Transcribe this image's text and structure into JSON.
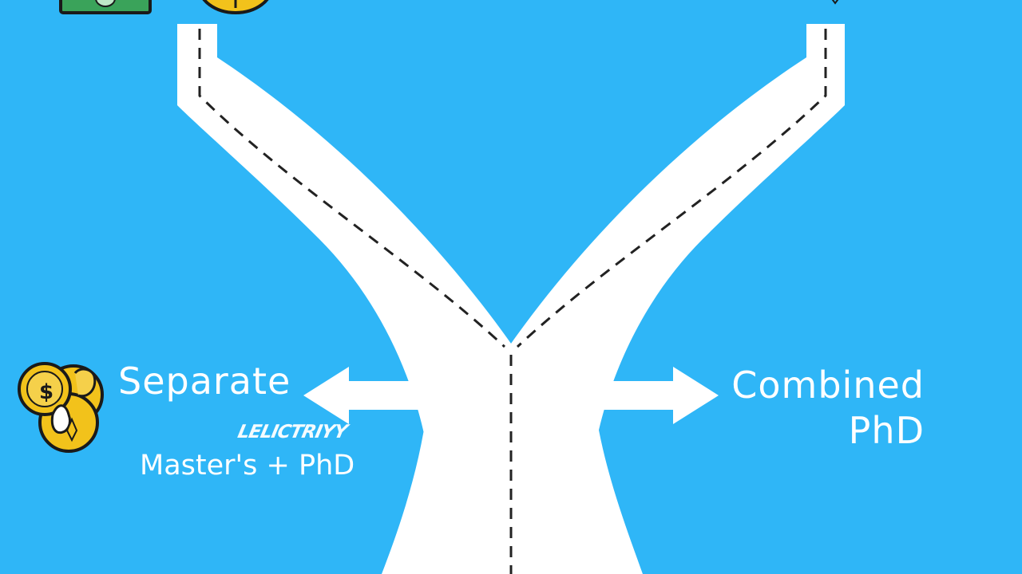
{
  "diagram": {
    "left_option": {
      "title": "Separate",
      "scribble": "LELICTRIYY",
      "subtitle": "Master's + PhD",
      "icon": "coin-money-bag-icon"
    },
    "right_option": {
      "title_line1": "Combined",
      "title_line2": "PhD"
    },
    "top_icons": [
      "banknote-icon",
      "coin-icon",
      "star-icon"
    ],
    "colors": {
      "background": "#2fb6f7",
      "road": "#ffffff",
      "road_dash": "#222222",
      "coin_gold": "#f2c21b",
      "coin_outline": "#1a1a1a",
      "banknote_green": "#3aa35a"
    }
  }
}
